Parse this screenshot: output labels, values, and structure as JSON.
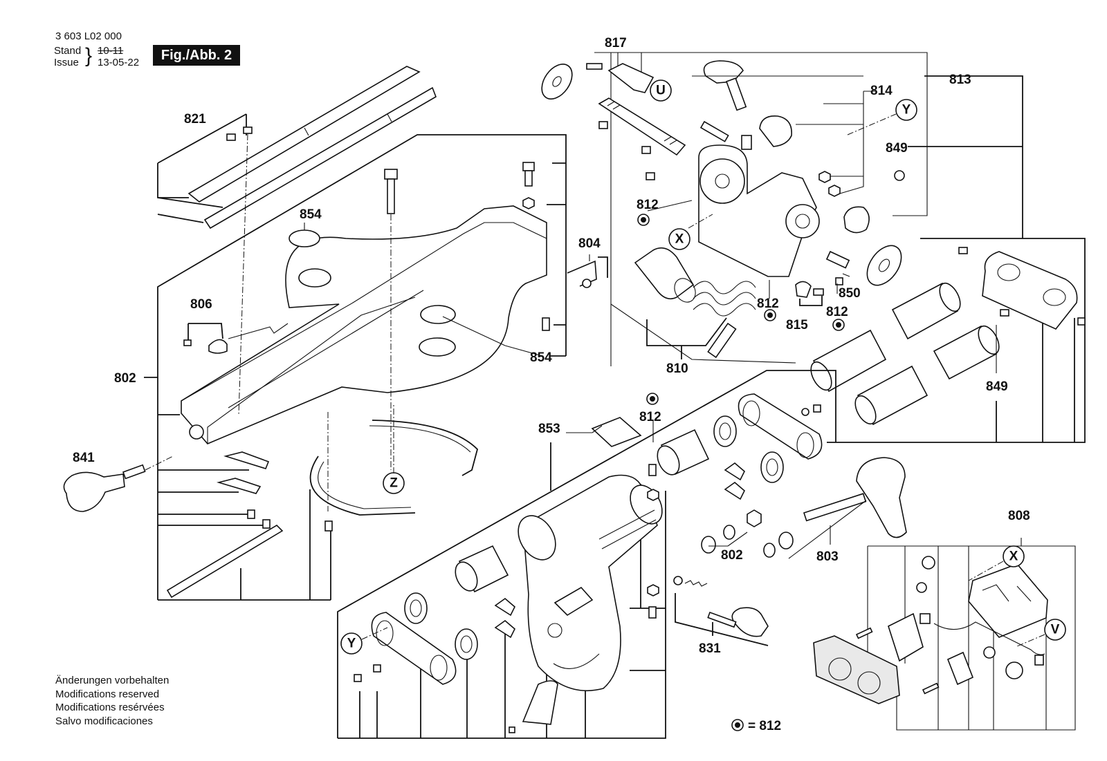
{
  "header": {
    "doc_number": "3 603 L02 000",
    "stand_label": "Stand",
    "issue_label": "Issue",
    "stand_date_struck": "10-11",
    "issue_date": "13-05-22",
    "fig_label": "Fig./Abb. 2"
  },
  "notice": [
    "Änderungen vorbehalten",
    "Modifications reserved",
    "Modifications resérvées",
    "Salvo modificaciones"
  ],
  "legend": {
    "symbol_meaning": "= 812"
  },
  "parts": {
    "p802a": "802",
    "p802b": "802",
    "p803": "803",
    "p804": "804",
    "p806": "806",
    "p808": "808",
    "p810": "810",
    "p812a": "812",
    "p812b": "812",
    "p812c": "812",
    "p812d": "812",
    "p813": "813",
    "p814": "814",
    "p815": "815",
    "p817": "817",
    "p821": "821",
    "p831": "831",
    "p841": "841",
    "p849a": "849",
    "p849b": "849",
    "p850": "850",
    "p853": "853",
    "p854a": "854",
    "p854b": "854"
  },
  "callouts": {
    "u": "U",
    "x1": "X",
    "y1": "Y",
    "z": "Z",
    "y2": "Y",
    "x2": "X",
    "v": "V"
  }
}
